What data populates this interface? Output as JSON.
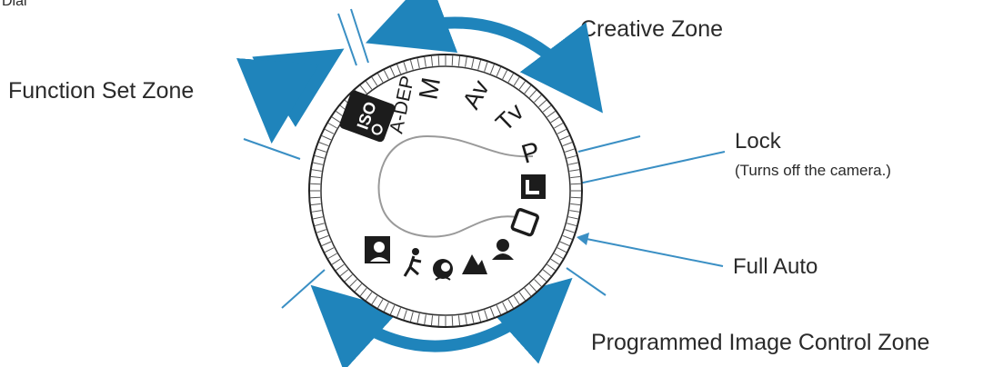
{
  "header_fragment": "Dial",
  "zones": {
    "creative": "Creative Zone",
    "function_set": "Function Set Zone",
    "programmed": "Programmed Image Control Zone"
  },
  "callouts": {
    "lock_title": "Lock",
    "lock_note": "(Turns off the camera.)",
    "full_auto": "Full Auto"
  },
  "dial_modes": {
    "adep": "A-DEP",
    "m": "M",
    "av": "Av",
    "tv": "Tv",
    "p": "P"
  },
  "colors": {
    "arrow": "#1f84bb",
    "leader": "#3a8fc4",
    "ink": "#1c1c1c"
  },
  "icons": [
    "iso-icon",
    "self-timer-icon",
    "lock-icon",
    "full-auto-icon",
    "portrait-icon",
    "landscape-icon",
    "close-up-icon",
    "sports-icon",
    "night-portrait-icon"
  ]
}
